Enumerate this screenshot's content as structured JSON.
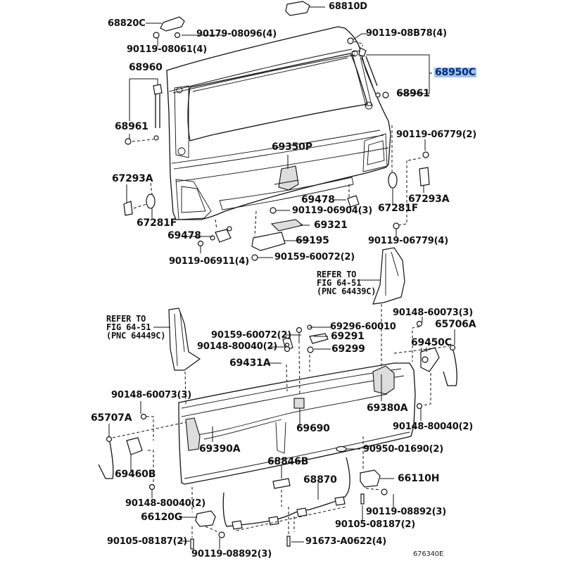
{
  "diagram": {
    "title": "Back door / tailgate parts diagram",
    "highlight_color": "#99c3f2",
    "figure_code": "676340E",
    "labels": {
      "p68820C": "68820C",
      "p68810D": "68810D",
      "p90179_08096": "90179-08096(4)",
      "p90119_08061": "90119-08061(4)",
      "p90119_08B78": "90119-08B78(4)",
      "p68960": "68960",
      "p68950C": "68950C",
      "p68961_right": "68961",
      "p68961_left": "68961",
      "p90119_06779_2": "90119-06779(2)",
      "p69350P": "69350P",
      "p67293A_left": "67293A",
      "p67293A_right": "67293A",
      "p67281F_left": "67281F",
      "p67281F_right": "67281F",
      "p69478_right": "69478",
      "p90119_06904": "90119-06904(3)",
      "p69321": "69321",
      "p69478_left": "69478",
      "p69195": "69195",
      "p90119_06779_4": "90119-06779(4)",
      "p90119_06911": "90119-06911(4)",
      "p90159_60072_top": "90159-60072(2)",
      "ref_right_1": "REFER TO",
      "ref_right_2": "FIG 64-51",
      "ref_right_3": "(PNC 64439C)",
      "ref_left_1": "REFER TO",
      "ref_left_2": "FIG 64-51",
      "ref_left_3": "(PNC 64449C)",
      "p90148_60073_right": "90148-60073(3)",
      "p65706A": "65706A",
      "p69296_60010": "69296-60010",
      "p90159_60072_mid": "90159-60072(2)",
      "p69291": "69291",
      "p90148_80040_top": "90148-80040(2)",
      "p69299": "69299",
      "p69431A": "69431A",
      "p69450C": "69450C",
      "p90148_60073_left": "90148-60073(3)",
      "p69380A": "69380A",
      "p65707A": "65707A",
      "p69690": "69690",
      "p90148_80040_right": "90148-80040(2)",
      "p69390A": "69390A",
      "p90950_01690": "90950-01690(2)",
      "p69460B": "69460B",
      "p68846B": "68846B",
      "p68870": "68870",
      "p66110H": "66110H",
      "p90148_80040_bottom": "90148-80040(2)",
      "p90119_08892_right": "90119-08892(3)",
      "p66120G": "66120G",
      "p90105_08187_right": "90105-08187(2)",
      "p90105_08187_left": "90105-08187(2)",
      "p91673_A0622": "91673-A0622(4)",
      "p90119_08892_left": "90119-08892(3)"
    }
  }
}
